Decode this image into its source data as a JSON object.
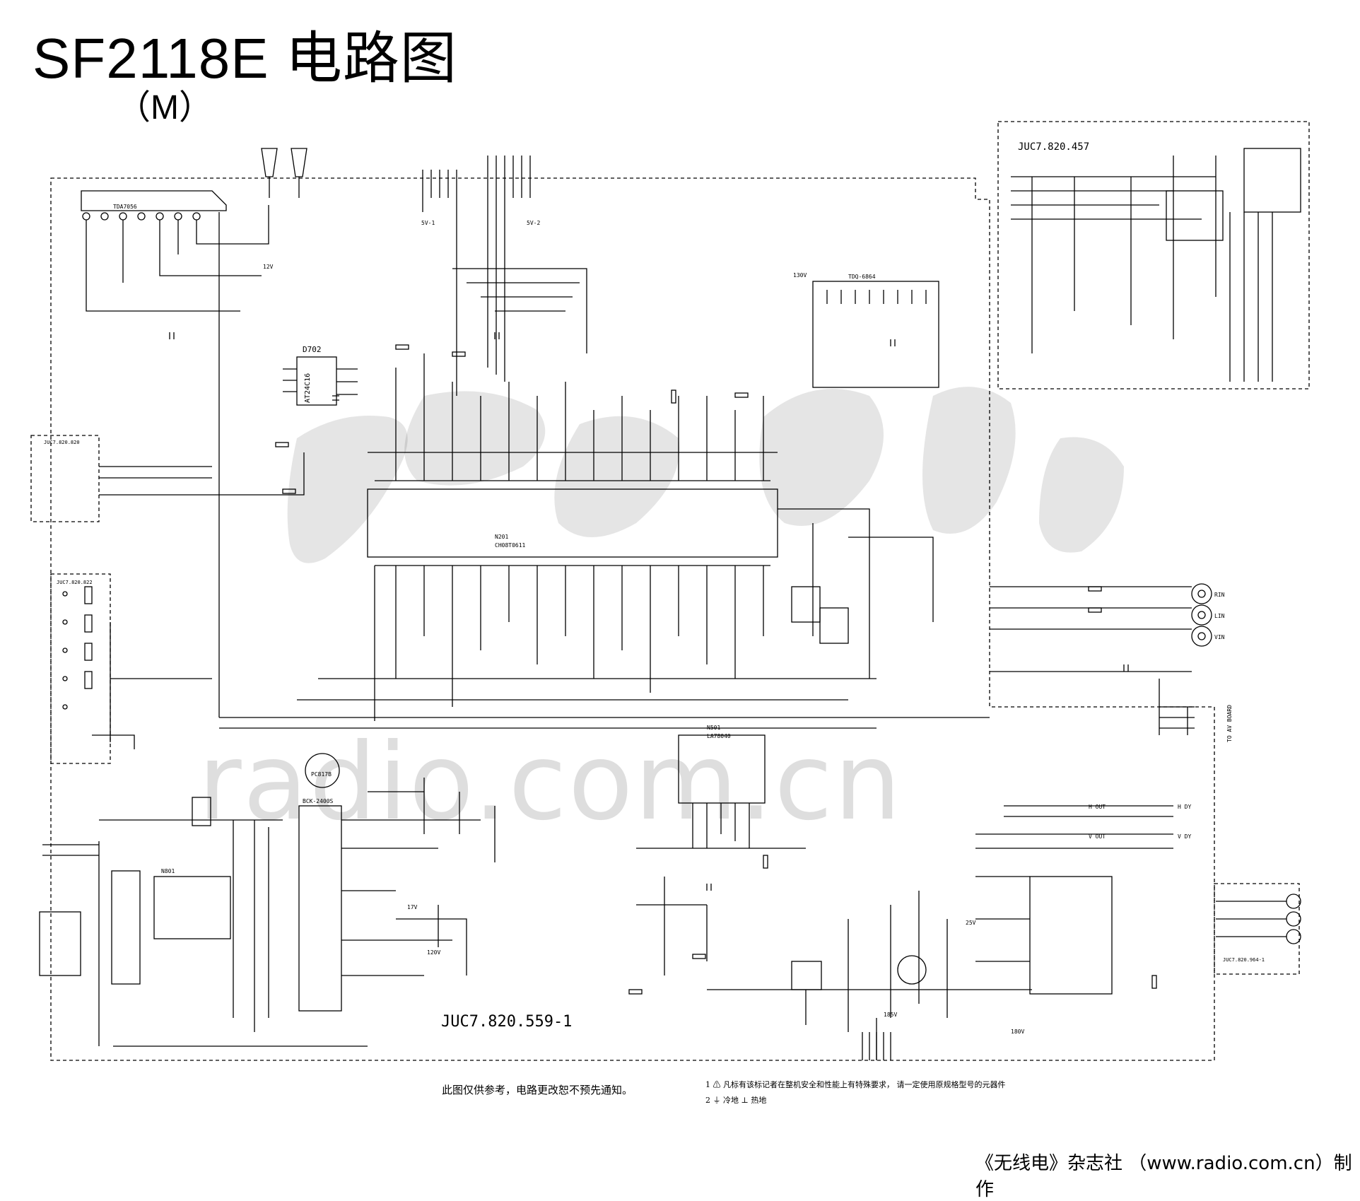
{
  "title": "SF2118E 电路图",
  "subtitle": "（M）",
  "board_labels": {
    "main": "JUC7.820.559-1",
    "crt": "JUC7.820.457",
    "av": "JUC7.820.964-1",
    "remote": "JUC7.820.820",
    "keys": "JUC7.820.822"
  },
  "ic_labels": {
    "audio_amp": "TDA7056",
    "eeprom_ref": "D702",
    "eeprom": "AT24C16",
    "main_ic_ref": "N201",
    "main_ic": "CH08T0611",
    "vertical_ref": "N501",
    "vertical": "LA78040",
    "power_ic_ref": "N801",
    "tuner": "TDQ-6864",
    "optocoupler": "PC817B",
    "fbt": "BCK-2400S"
  },
  "voltages": [
    "5V-1",
    "5V-2",
    "130V",
    "12V",
    "17V",
    "120V",
    "185V",
    "180V",
    "25V"
  ],
  "signal_labels": [
    "RIN",
    "LIN",
    "VIN",
    "H OUT",
    "V OUT",
    "H DY",
    "V DY",
    "TO AV BOARD"
  ],
  "watermark": "radio.com.cn",
  "footer": {
    "note": "此图仅供参考，电路更改恕不预先通知。",
    "legend_1": "1  ⚠ 凡标有该标记者在整机安全和性能上有特殊要求，  请一定使用原规格型号的元器件",
    "legend_2": "2  ⏚ 冷地    ⊥ 热地"
  },
  "credit": "《无线电》杂志社 （www.radio.com.cn）制作"
}
